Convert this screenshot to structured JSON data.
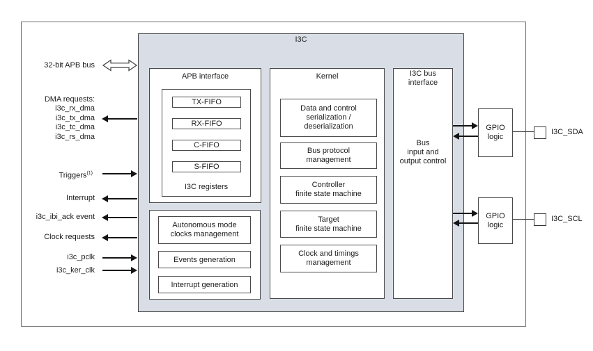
{
  "diagram": {
    "block_title": "I3C",
    "left_ports": {
      "apb_bus": {
        "label": "32-bit APB bus",
        "direction": "bidirectional"
      },
      "dma": {
        "label": "DMA requests:",
        "signals": [
          "i3c_rx_dma",
          "i3c_tx_dma",
          "i3c_tc_dma",
          "i3c_rs_dma"
        ],
        "direction": "out"
      },
      "triggers": {
        "label": "Triggers",
        "sup": "(1)",
        "direction": "in"
      },
      "interrupt": {
        "label": "Interrupt",
        "direction": "out"
      },
      "ibi_ack": {
        "label": "i3c_ibi_ack event",
        "direction": "out"
      },
      "clock_requests": {
        "label": "Clock requests",
        "direction": "out"
      },
      "pclk": {
        "label": "i3c_pclk",
        "direction": "in"
      },
      "ker_clk": {
        "label": "i3c_ker_clk",
        "direction": "in"
      }
    },
    "apb_interface": {
      "title": "APB interface",
      "fifos": [
        "TX-FIFO",
        "RX-FIFO",
        "C-FIFO",
        "S-FIFO"
      ],
      "registers_label": "I3C registers"
    },
    "clocks_block": {
      "items": [
        "Autonomous mode\nclocks management",
        "Events generation",
        "Interrupt generation"
      ]
    },
    "kernel": {
      "title": "Kernel",
      "items": [
        "Data and control\nserialization /\ndeserialization",
        "Bus protocol\nmanagement",
        "Controller\nfinite state machine",
        "Target\nfinite state machine",
        "Clock and timings\nmanagement"
      ]
    },
    "bus_interface": {
      "title": "I3C bus\ninterface",
      "body": "Bus\ninput and\noutput control"
    },
    "gpio_blocks": [
      {
        "label": "GPIO\nlogic",
        "pin_label": "I3C_SDA"
      },
      {
        "label": "GPIO\nlogic",
        "pin_label": "I3C_SCL"
      }
    ],
    "colors": {
      "block_fill": "#d9dee6",
      "box_border": "#4a4a4a",
      "frame_border": "#6b6b6b",
      "arrow": "#141414"
    }
  }
}
